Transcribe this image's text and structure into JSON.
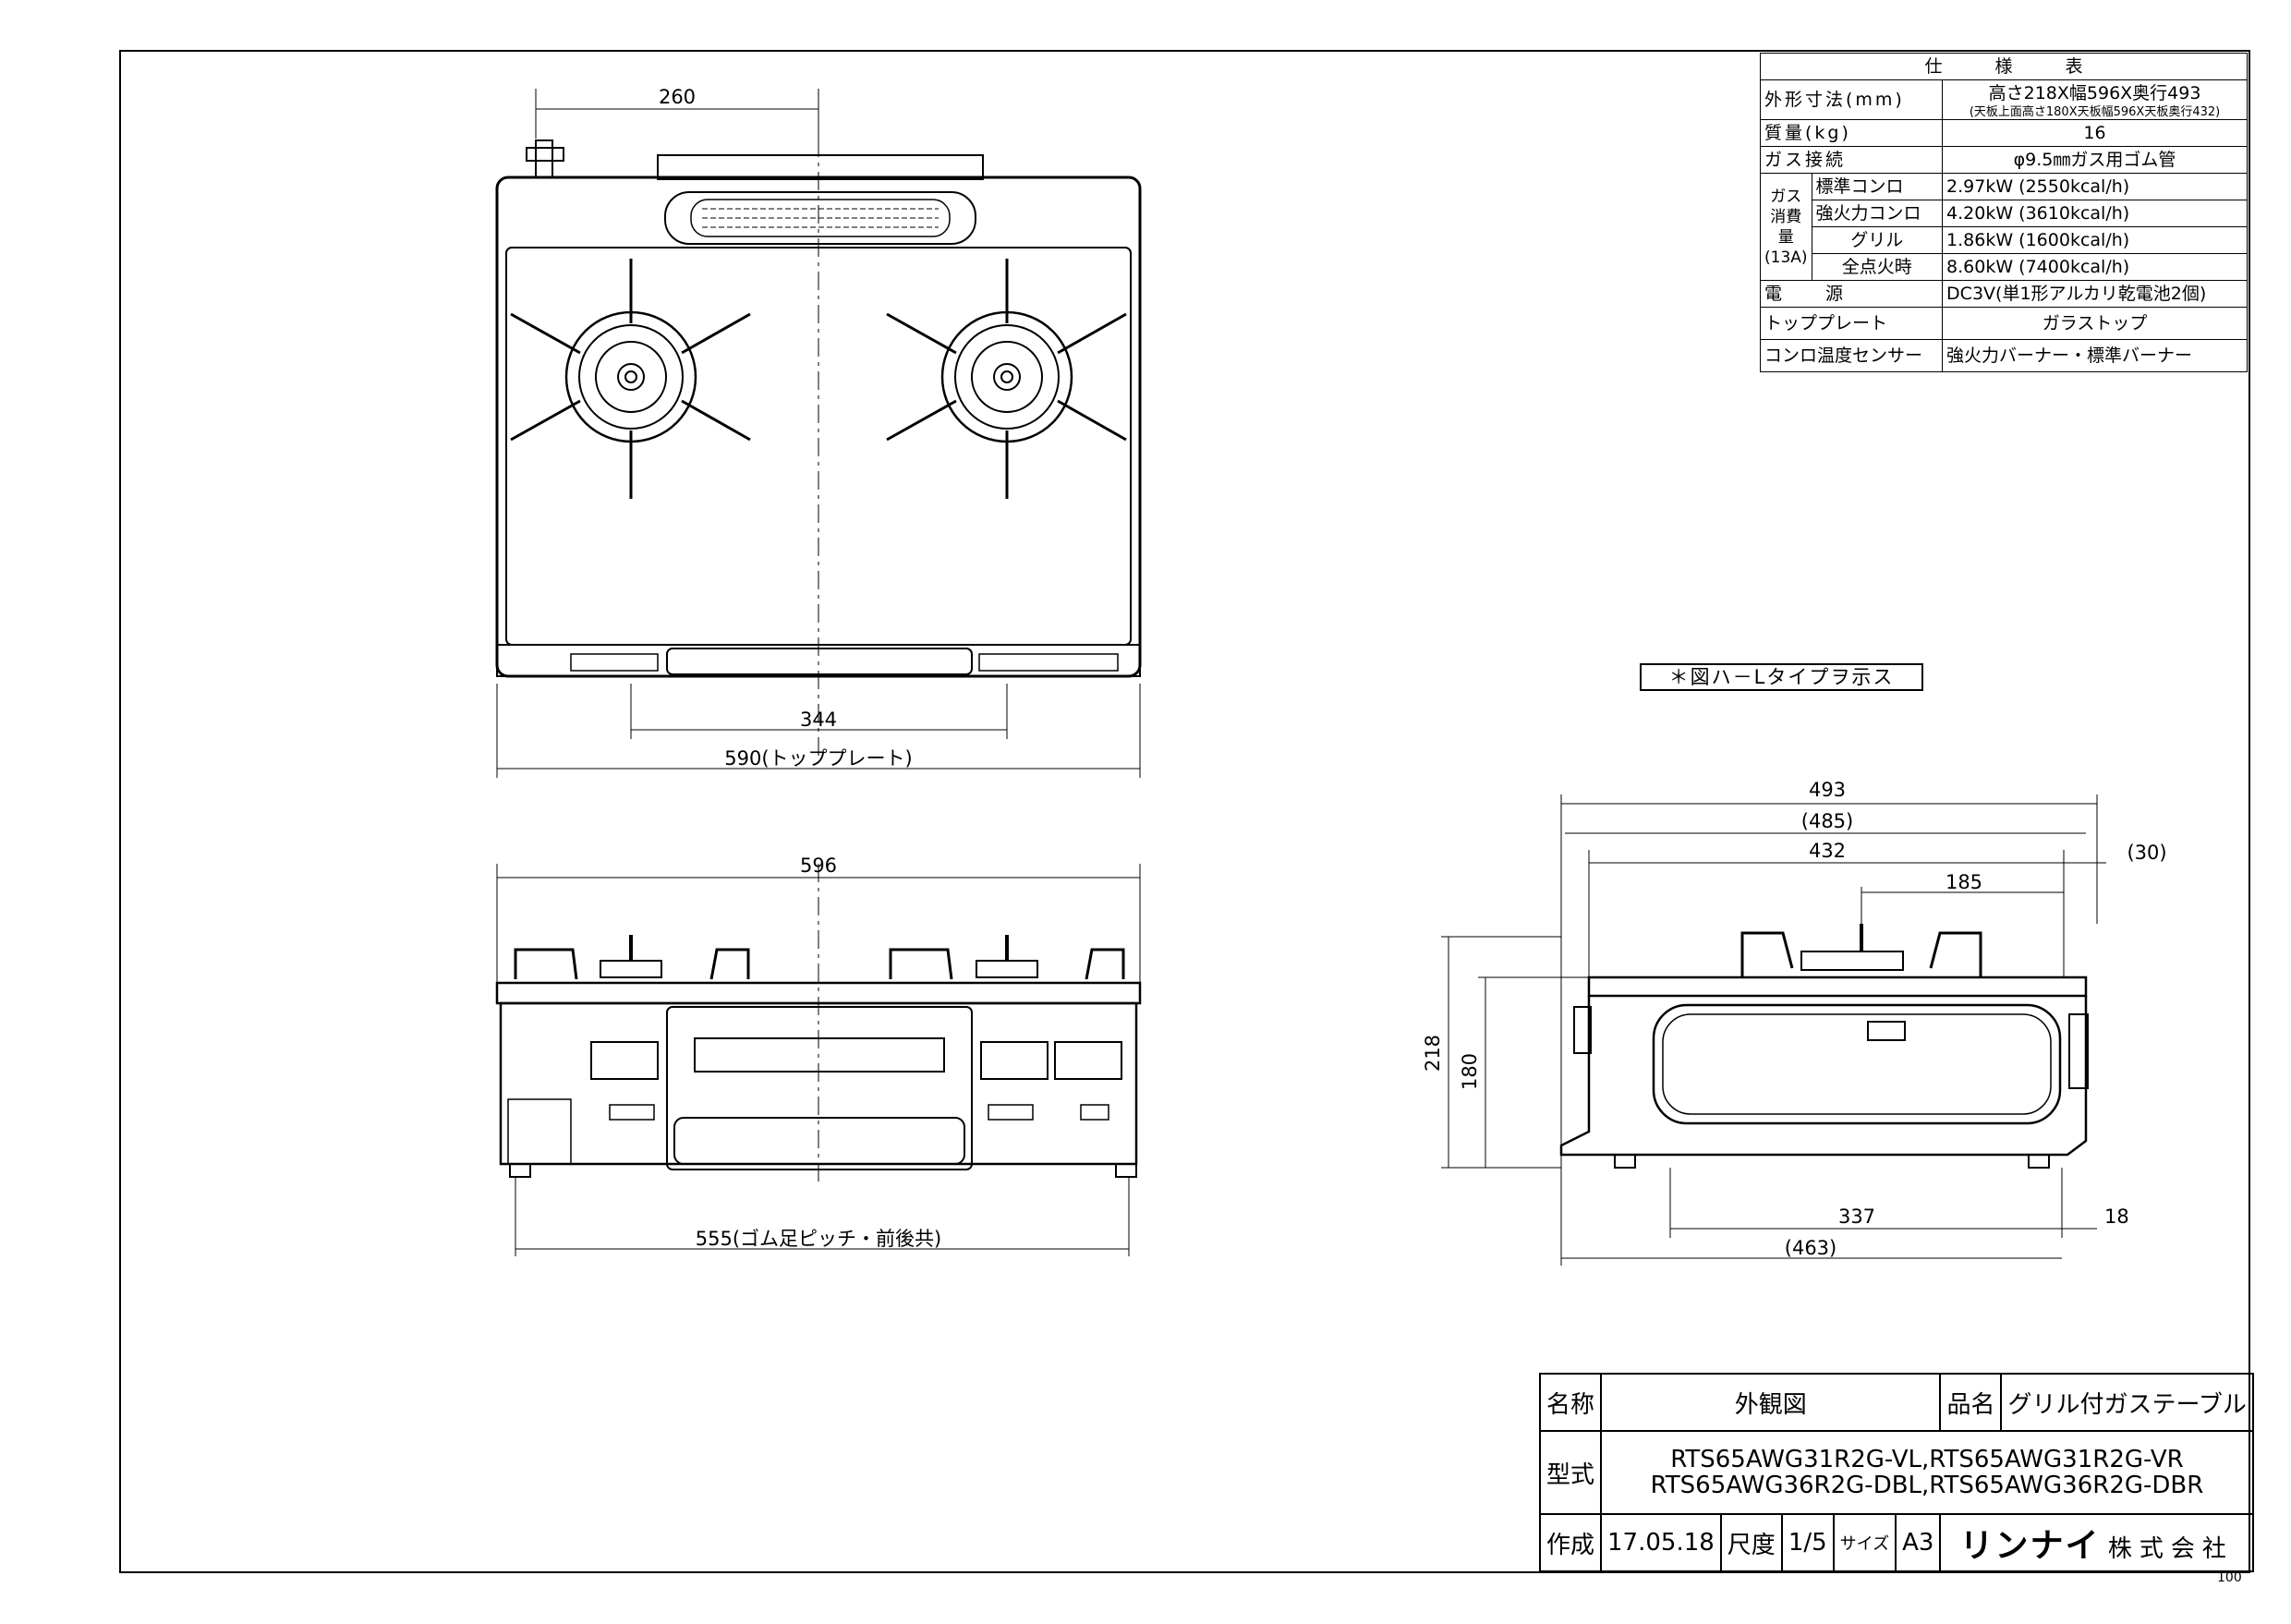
{
  "spec_table": {
    "header": "仕　　　様　　　表",
    "rows": [
      {
        "label": "外形寸法(mm)",
        "value": "高さ218X幅596X奥行493",
        "sub": "(天板上面高さ180X天板幅596X天板奥行432)"
      },
      {
        "label": "質量(kg)",
        "value": "16"
      },
      {
        "label": "ガス接続",
        "value": "φ9.5㎜ガス用ゴム管"
      }
    ],
    "gas_group_label": "ガス消費量(13A)",
    "gas_rows": [
      {
        "label": "標準コンロ",
        "value": "2.97kW (2550kcal/h)"
      },
      {
        "label": "強火力コンロ",
        "value": "4.20kW (3610kcal/h)"
      },
      {
        "label": "グリル",
        "value": "1.86kW (1600kcal/h)"
      },
      {
        "label": "全点火時",
        "value": "8.60kW (7400kcal/h)"
      }
    ],
    "power_label": "電　　源",
    "power_value": "DC3V(単1形アルカリ乾電池2個)",
    "top_plate_label": "トッププレート",
    "top_plate_value": "ガラストップ",
    "sensor_label": "コンロ温度センサー",
    "sensor_value": "強火力バーナー・標準バーナー"
  },
  "note": "＊図ハ－Lタイプヲ示ス",
  "dimensions": {
    "top_view": {
      "burner_offset": "260",
      "burner_pitch": "344",
      "top_plate_width": "590(トッププレート)"
    },
    "front_view": {
      "overall_width": "596",
      "foot_pitch": "555(ゴム足ピッチ・前後共)"
    },
    "side_view": {
      "overall_depth": "493",
      "depth_485": "(485)",
      "top_depth": "432",
      "rear_offset": "(30)",
      "burner_depth": "185",
      "overall_height": "218",
      "top_height": "180",
      "foot_depth": "337",
      "front_offset": "18",
      "depth_463": "(463)"
    }
  },
  "title_block": {
    "name_label": "名称",
    "name_value": "外観図",
    "product_label": "品名",
    "product_value": "グリル付ガステーブル",
    "model_label": "型式",
    "model_line1": "RTS65AWG31R2G-VL,RTS65AWG31R2G-VR",
    "model_line2": "RTS65AWG36R2G-DBL,RTS65AWG36R2G-DBR",
    "created_label": "作成",
    "created_value": "17.05.18",
    "scale_label": "尺度",
    "scale_value": "1/5",
    "size_label": "サイズ",
    "size_value": "A3",
    "company_brand": "リンナイ",
    "company_suffix": "株式会社"
  },
  "corner_mark": "100"
}
